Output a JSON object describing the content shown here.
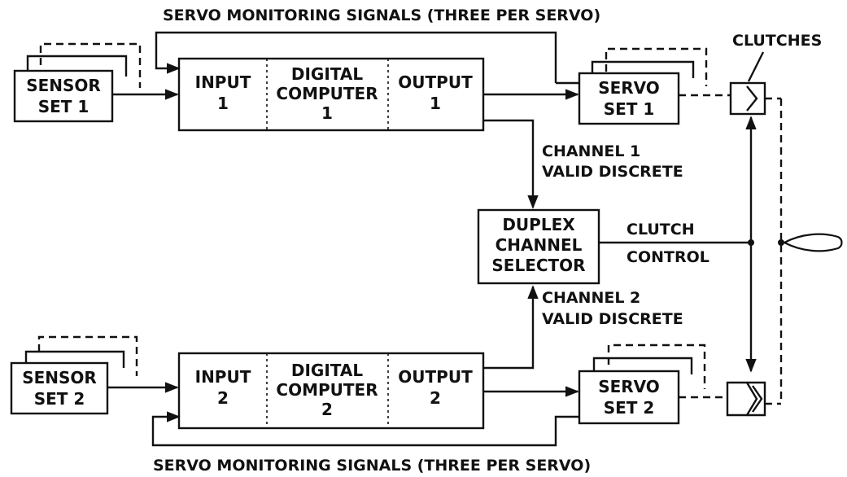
{
  "labels": {
    "servo_monitoring_top": "SERVO MONITORING SIGNALS (THREE PER SERVO)",
    "servo_monitoring_bottom": "SERVO MONITORING SIGNALS (THREE PER SERVO)",
    "clutches": "CLUTCHES",
    "channel1_valid_line1": "CHANNEL 1",
    "channel1_valid_line2": "VALID DISCRETE",
    "channel2_valid_line1": "CHANNEL 2",
    "channel2_valid_line2": "VALID DISCRETE",
    "clutch_control_line1": "CLUTCH",
    "clutch_control_line2": "CONTROL"
  },
  "blocks": {
    "sensor1": {
      "line1": "SENSOR",
      "line2": "SET 1"
    },
    "sensor2": {
      "line1": "SENSOR",
      "line2": "SET 2"
    },
    "computer1": {
      "input_line1": "INPUT",
      "input_line2": "1",
      "digital_line1": "DIGITAL",
      "digital_line2": "COMPUTER",
      "digital_line3": "1",
      "output_line1": "OUTPUT",
      "output_line2": "1"
    },
    "computer2": {
      "input_line1": "INPUT",
      "input_line2": "2",
      "digital_line1": "DIGITAL",
      "digital_line2": "COMPUTER",
      "digital_line3": "2",
      "output_line1": "OUTPUT",
      "output_line2": "2"
    },
    "servo1": {
      "line1": "SERVO",
      "line2": "SET 1"
    },
    "servo2": {
      "line1": "SERVO",
      "line2": "SET 2"
    },
    "selector": {
      "line1": "DUPLEX",
      "line2": "CHANNEL",
      "line3": "SELECTOR"
    }
  }
}
